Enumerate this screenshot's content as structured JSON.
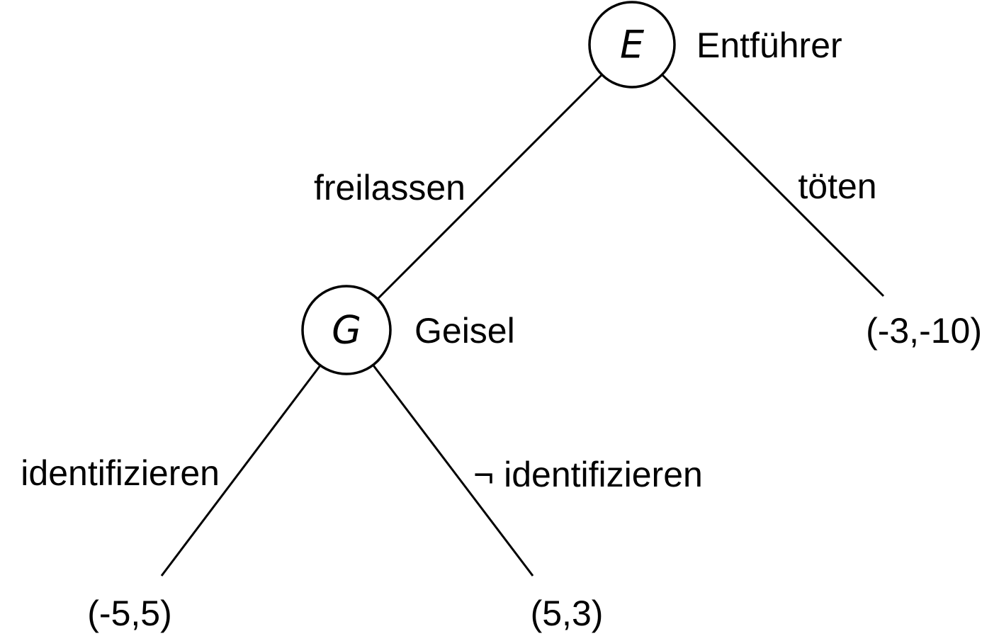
{
  "tree": {
    "root": {
      "id": "E",
      "player": "Entführer",
      "actions": [
        {
          "label": "freilassen"
        },
        {
          "label": "töten",
          "payoff": "(-3,-10)"
        }
      ]
    },
    "child": {
      "id": "G",
      "player": "Geisel",
      "actions": [
        {
          "label": "identifizieren",
          "payoff": "(-5,5)"
        },
        {
          "label": "¬ identifizieren",
          "payoff": "(5,3)"
        }
      ]
    },
    "colors": {
      "stroke": "#000000",
      "background": "#ffffff"
    }
  }
}
